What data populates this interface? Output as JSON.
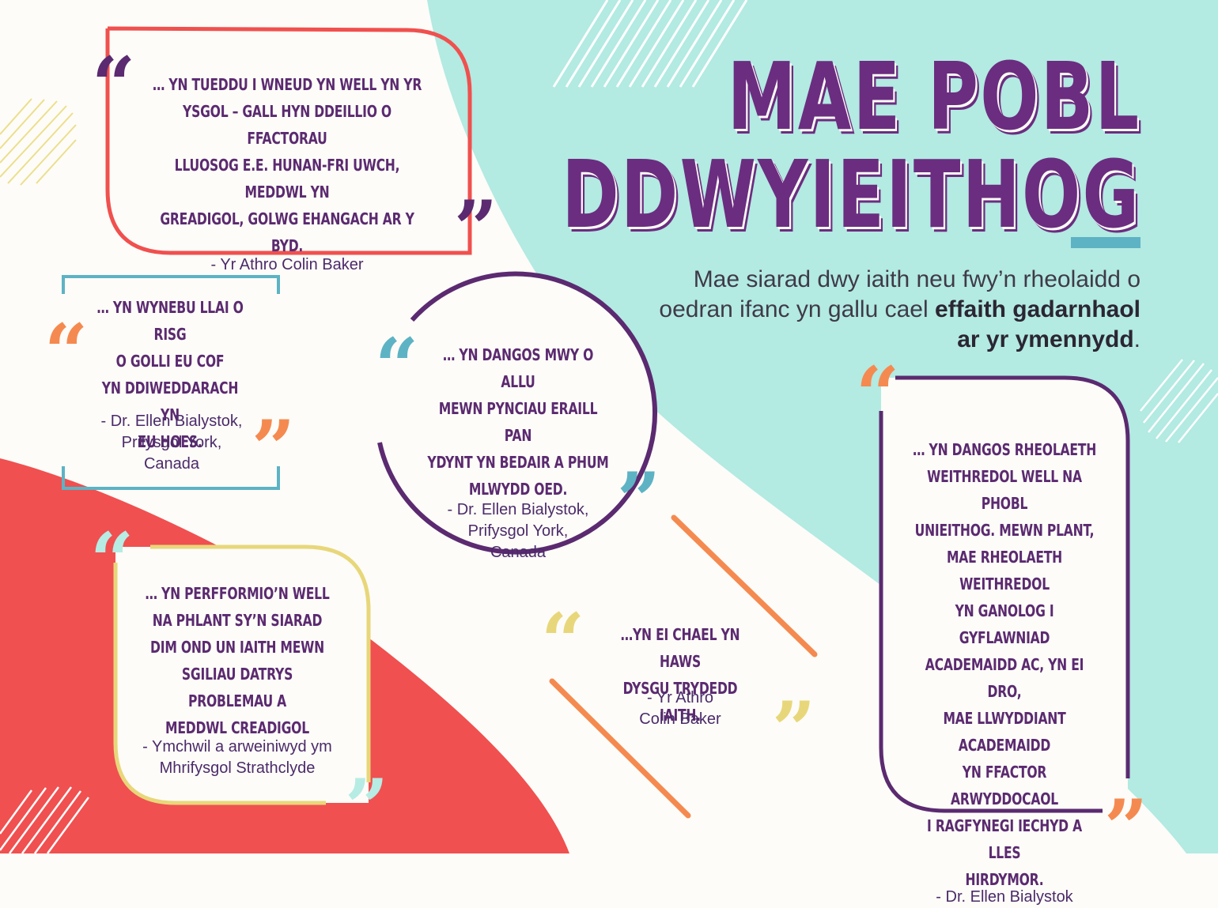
{
  "colors": {
    "purple": "#5b2a70",
    "title_purple": "#6b2d80",
    "teal_bg": "#b3eae2",
    "red_bg": "#f05050",
    "coral": "#f0504e",
    "teal": "#5db3c4",
    "orange": "#f58a50",
    "yellow": "#e8d77a",
    "mint": "#b6ece4"
  },
  "title": {
    "line1": "MAE POBL",
    "line2": "DDWYIEITHOG"
  },
  "intro": {
    "text1": "Mae siarad dwy iaith neu fwy’n rheolaidd o oedran ifanc yn gallu cael ",
    "bold": "effaith gadarnhaol ar yr ymennydd",
    "end": "."
  },
  "quotes": {
    "q1": {
      "text": "… yn tueddu i wneud yn well yn yr\nysgol – gall hyn ddeillio o ffactorau\nlluosog e.e. hunan-fri uwch, meddwl yn\ngreadigol, golwg ehangach ar y byd.",
      "attribution": "- Yr Athro Colin Baker"
    },
    "q2": {
      "text": "… yn wynebu llai o risg\no golli eu cof\nyn ddiweddarach yn\neu hoes.",
      "attribution": "- Dr. Ellen Bialystok,\nPrifysgol York,\nCanada"
    },
    "q3": {
      "text": "… yn dangos mwy o allu\nmewn pynciau eraill pan\nydynt yn bedair a phum\nmlwydd oed.",
      "attribution": "- Dr. Ellen Bialystok,\nPrifysgol York,\nCanada"
    },
    "q4": {
      "text": "… yn perfformio’n well\nna phlant sy’n siarad\ndim ond un iaith mewn\nsgiliau datrys problemau a\nmeddwl creadigol",
      "attribution": "- Ymchwil a arweiniwyd ym\nMhrifysgol Strathclyde"
    },
    "q5": {
      "text": "…yn ei chael yn haws\ndysgu trydedd iaith.",
      "attribution": "- Yr Athro\nColin Baker"
    },
    "q6": {
      "text": "… yn dangos rheolaeth\nweithredol well na phobl\nunieithog. Mewn plant,\nmae rheolaeth weithredol\nyn ganolog i gyflawniad\nacademaidd ac, yn ei dro,\nmae llwyddiant academaidd\nyn ffactor arwyddocaol\ni ragfynegi iechyd a lles\nhirdymor.",
      "attribution": "- Dr. Ellen Bialystok"
    }
  },
  "marks": {
    "open": "“",
    "close": "”"
  }
}
